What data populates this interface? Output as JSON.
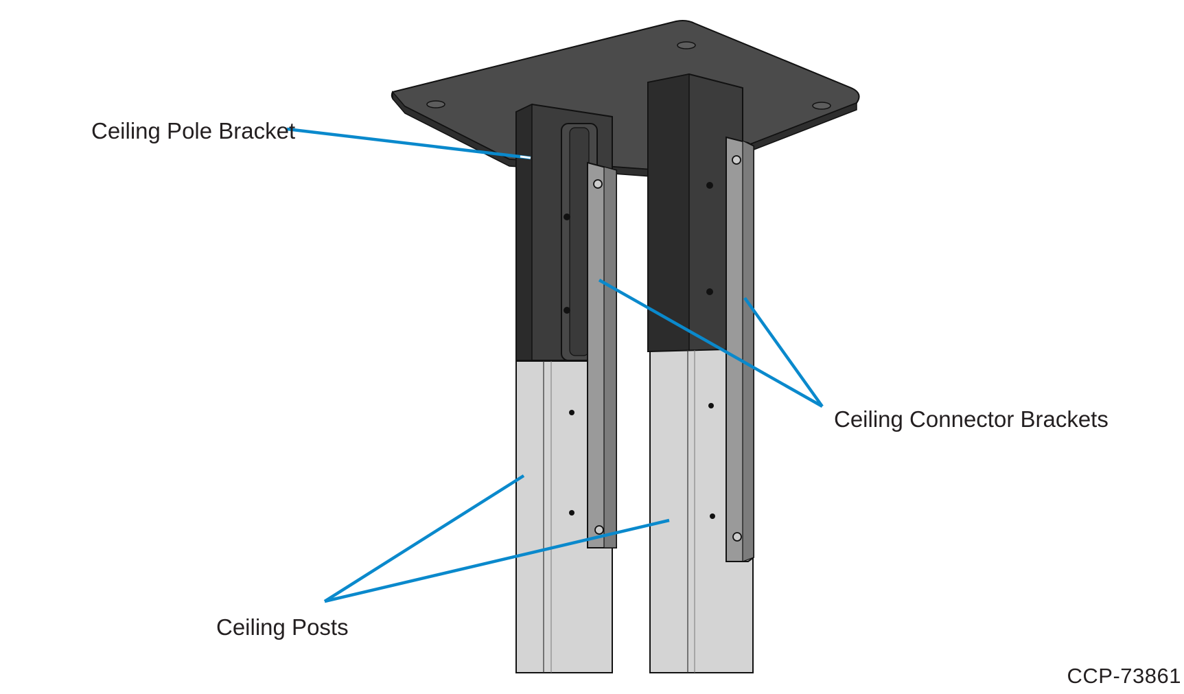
{
  "labels": {
    "ceiling_pole_bracket": "Ceiling Pole Bracket",
    "ceiling_connector_brackets": "Ceiling Connector Brackets",
    "ceiling_posts": "Ceiling Posts",
    "document_id": "CCP-73861"
  },
  "colors": {
    "leader_line": "#0a89cc",
    "plate_dark": "#4a4a4a",
    "bracket_dark": "#3f3f3f",
    "post_light": "#d2d2d2",
    "connector_gray": "#9a9a9a",
    "outline": "#111111"
  }
}
